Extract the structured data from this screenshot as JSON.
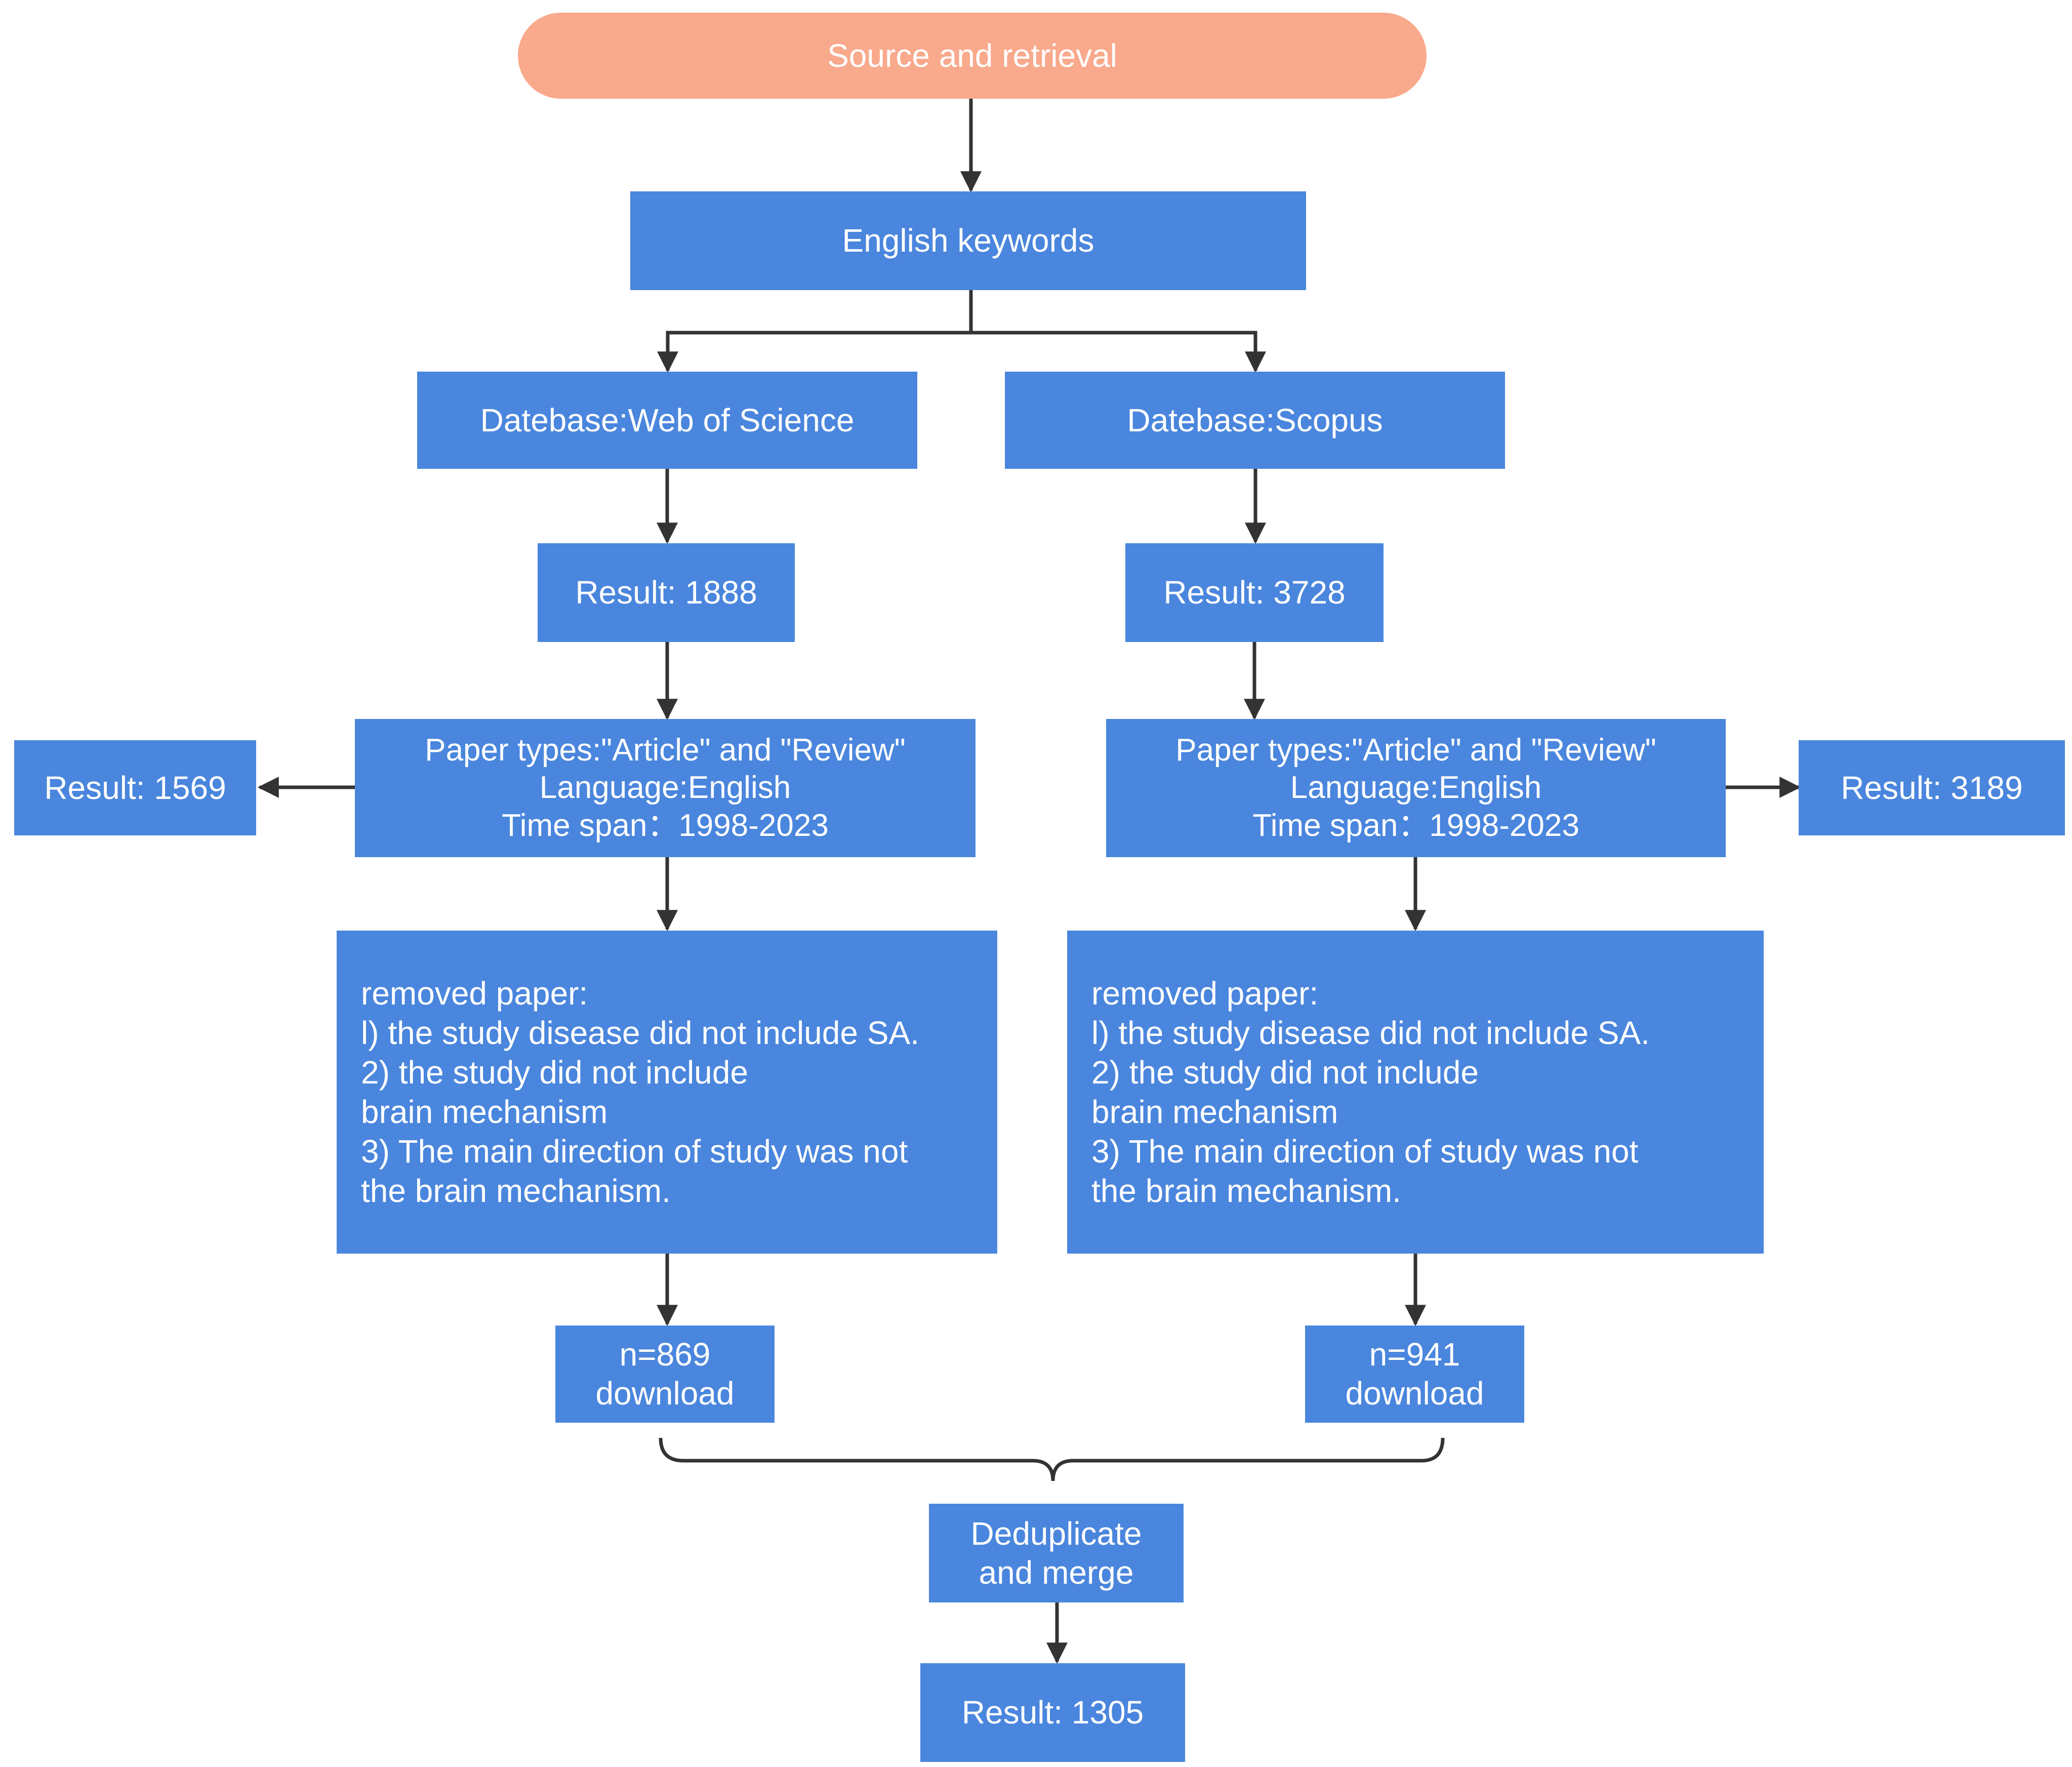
{
  "colors": {
    "source_fill": "#f9a98c",
    "box_fill": "#4a86dd",
    "text": "#ffffff",
    "connector": "#333333"
  },
  "nodes": {
    "source": "Source and retrieval",
    "keywords": "English keywords",
    "wos_db": "Datebase:Web of Science",
    "scopus_db": "Datebase:Scopus",
    "wos_result": "Result: 1888",
    "scopus_result": "Result: 3728",
    "wos_filter": [
      "Paper types:\"Article\" and \"Review\"",
      "Language:English",
      "Time span：1998-2023"
    ],
    "scopus_filter": [
      "Paper types:\"Article\" and \"Review\"",
      "Language:English",
      "Time span：1998-2023"
    ],
    "wos_filtered_result": "Result: 1569",
    "scopus_filtered_result": "Result: 3189",
    "wos_removed": [
      "removed paper:",
      "l) the study disease did not include SA.",
      "2) the study did not include",
      "brain mechanism",
      "3) The main direction of study was not",
      "the brain mechanism."
    ],
    "scopus_removed": [
      "removed paper:",
      "l) the study disease did not include SA.",
      "2) the study did not include",
      "brain mechanism",
      "3) The main direction of study was not",
      "the brain mechanism."
    ],
    "wos_download": [
      "n=869",
      "download"
    ],
    "scopus_download": [
      "n=941",
      "download"
    ],
    "dedup": [
      "Deduplicate",
      "and merge"
    ],
    "final_result": "Result: 1305"
  }
}
